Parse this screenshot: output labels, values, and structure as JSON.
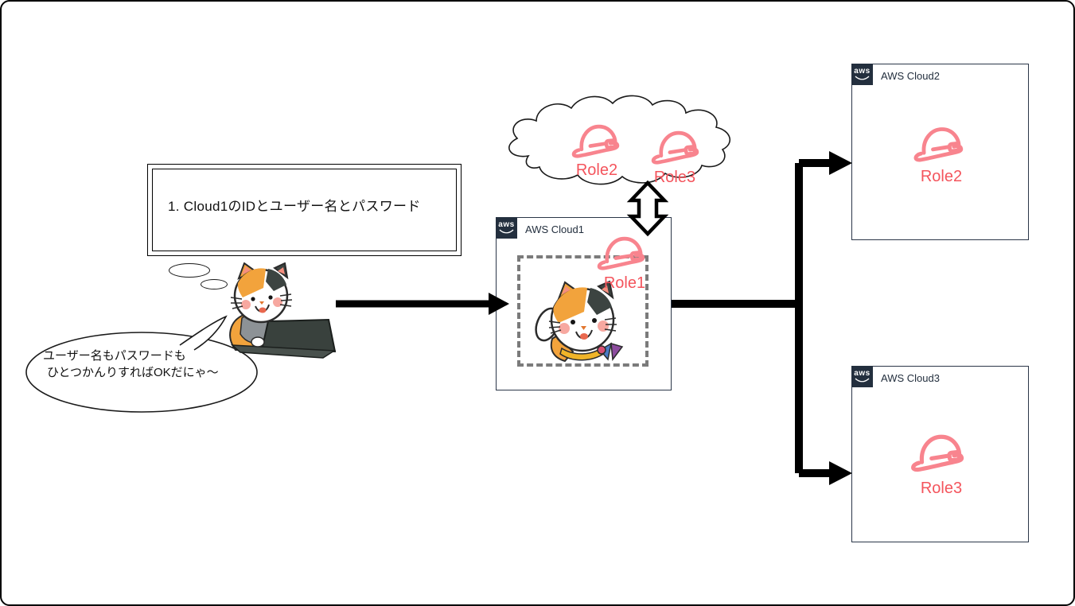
{
  "diagram": {
    "note": {
      "text": "1. Cloud1のIDとユーザー名とパスワード"
    },
    "speech_bubble": {
      "line1": "ユーザー名もパスワードも",
      "line2": "ひとつかんりすればOKだにゃ～"
    },
    "assumable_roles_cloud": {
      "roles": [
        {
          "label": "Role2"
        },
        {
          "label": "Role3"
        }
      ]
    },
    "aws_accounts": [
      {
        "badge": "aws",
        "label": "AWS Cloud1",
        "role": "Role1"
      },
      {
        "badge": "aws",
        "label": "AWS Cloud2",
        "role": "Role2"
      },
      {
        "badge": "aws",
        "label": "AWS Cloud3",
        "role": "Role3"
      }
    ],
    "colors": {
      "helmet": "#F8848E",
      "role_label": "#F4545C",
      "aws_navy": "#232F3E",
      "arrow": "#000000",
      "dashed_border": "#7B7B7B"
    }
  }
}
